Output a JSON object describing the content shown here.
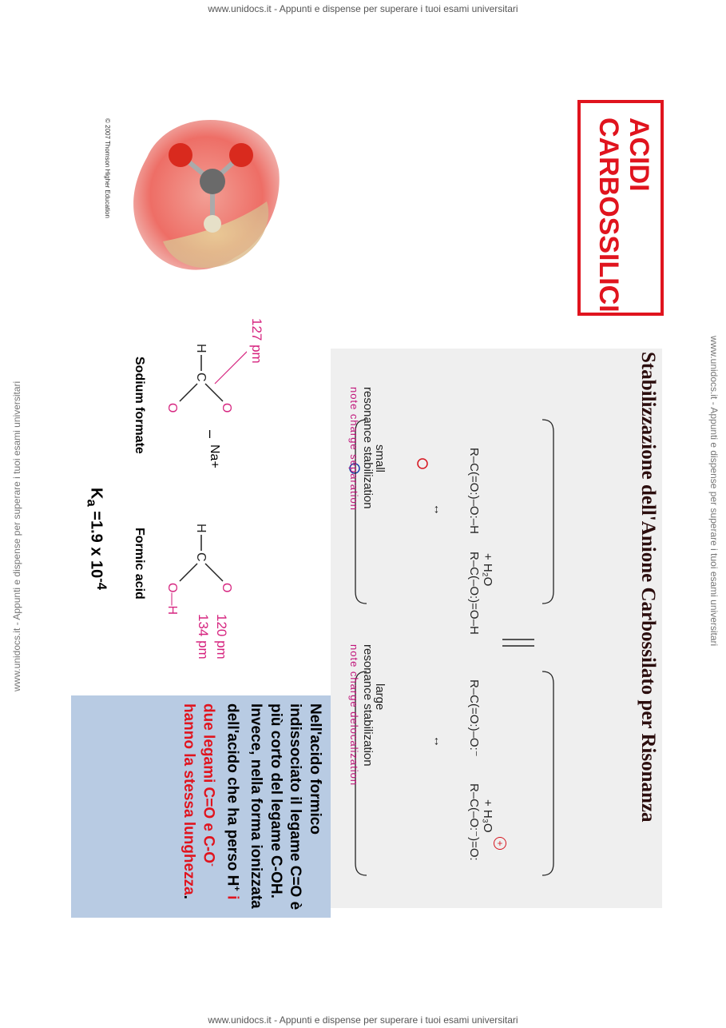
{
  "watermark": {
    "top": "www.unidocs.it - Appunti e dispense per superare i tuoi esami universitari",
    "bottom": "www.unidocs.it - Appunti e dispense per superare i tuoi esami universitari",
    "side": "www.unidocs.it - Appunti e dispense per superare i tuoi esami universitari"
  },
  "title": {
    "line1": "ACIDI",
    "line2": "CARBOSSILICI"
  },
  "copyright": "© 2007 Thomson Higher Education",
  "resonance_panel": {
    "heading": "Stabilizzazione dell'Anione Carbossilato per Risonanza",
    "plus_h2o": "+ H₂O",
    "plus_h3o": "+ H₃O",
    "left_label": "small",
    "left_sub": "resonance stabilization",
    "left_note": "note charge separation",
    "right_label": "large",
    "right_sub": "resonance stabilization",
    "right_note": "note charge delocalization",
    "colors": {
      "plus_charge": "#d6141e",
      "minus_charge": "#1a3fa8"
    }
  },
  "formate": {
    "bond_label": "127 pm",
    "name": "Sodium formate",
    "counter_ion": "Na+",
    "charge": "–"
  },
  "formic_acid": {
    "co_label": "120 pm",
    "coh_label": "134 pm",
    "name": "Formic acid"
  },
  "ka": {
    "prefix": "K",
    "sub": "a",
    "value": " =1.9 x 10",
    "exp": "-4"
  },
  "note": {
    "black": "Nell'acido formico indissociato il legame C=O è più corto del legame C-OH. Invece, nella forma ionizzata dell'acido che ha perso H",
    "plus": "+",
    "red": " i due legami C=O e C-O",
    "minus": "-",
    "red2": " hanno la stessa lunghezza",
    "end": "."
  }
}
